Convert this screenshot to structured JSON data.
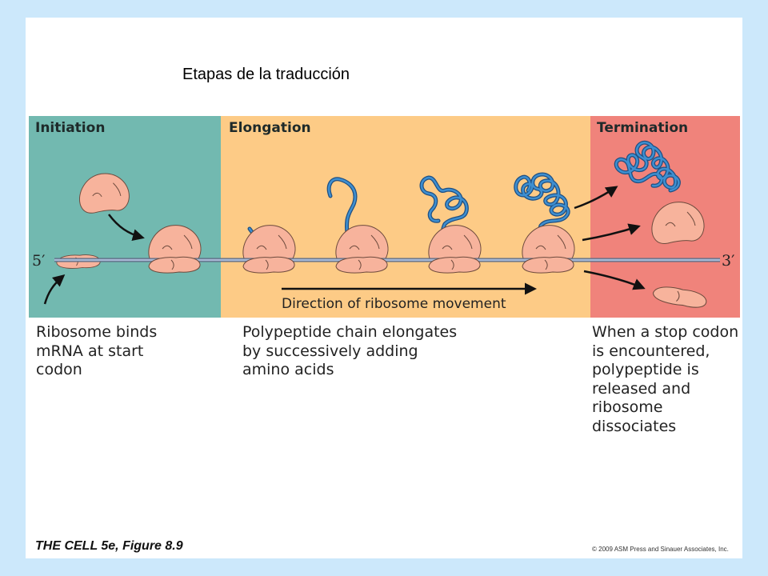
{
  "slide": {
    "title": "Etapas de la traducción",
    "background_color": "#cce8fb"
  },
  "figure": {
    "stages": {
      "initiation": {
        "heading": "Initiation",
        "color": "#72b9b0",
        "caption": "Ribosome binds\nmRNA at start\ncodon"
      },
      "elongation": {
        "heading": "Elongation",
        "color": "#fdcb86",
        "caption": "Polypeptide chain elongates\nby successively adding\namino acids"
      },
      "termination": {
        "heading": "Termination",
        "color": "#f0837b",
        "caption": "When a stop codon\nis encountered,\npolypeptide is\nreleased and\nribosome\ndissociates"
      }
    },
    "mrna": {
      "five_prime": "5′",
      "three_prime": "3′"
    },
    "direction_label": "Direction of ribosome movement",
    "colors": {
      "ribosome": "#f7b39c",
      "polypeptide": "#2a6fa8",
      "mrna": "#9fb0c8"
    },
    "icons": [
      "ribosome-large-subunit-icon",
      "ribosome-small-subunit-icon",
      "polypeptide-chain-icon",
      "arrow-icon"
    ],
    "figure_label": "THE CELL 5e, Figure 8.9",
    "copyright": "© 2009 ASM Press and Sinauer Associates, Inc."
  }
}
